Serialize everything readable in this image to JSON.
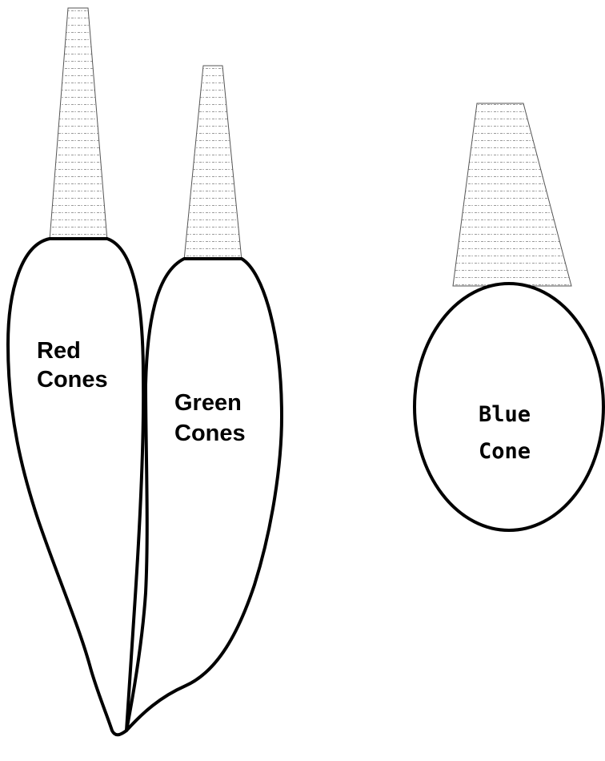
{
  "cones": {
    "red": {
      "line1": "Red",
      "line2": "Cones"
    },
    "green": {
      "line1": "Green",
      "line2": "Cones"
    },
    "blue": {
      "line1": "Blue",
      "line2": "Cone"
    }
  }
}
